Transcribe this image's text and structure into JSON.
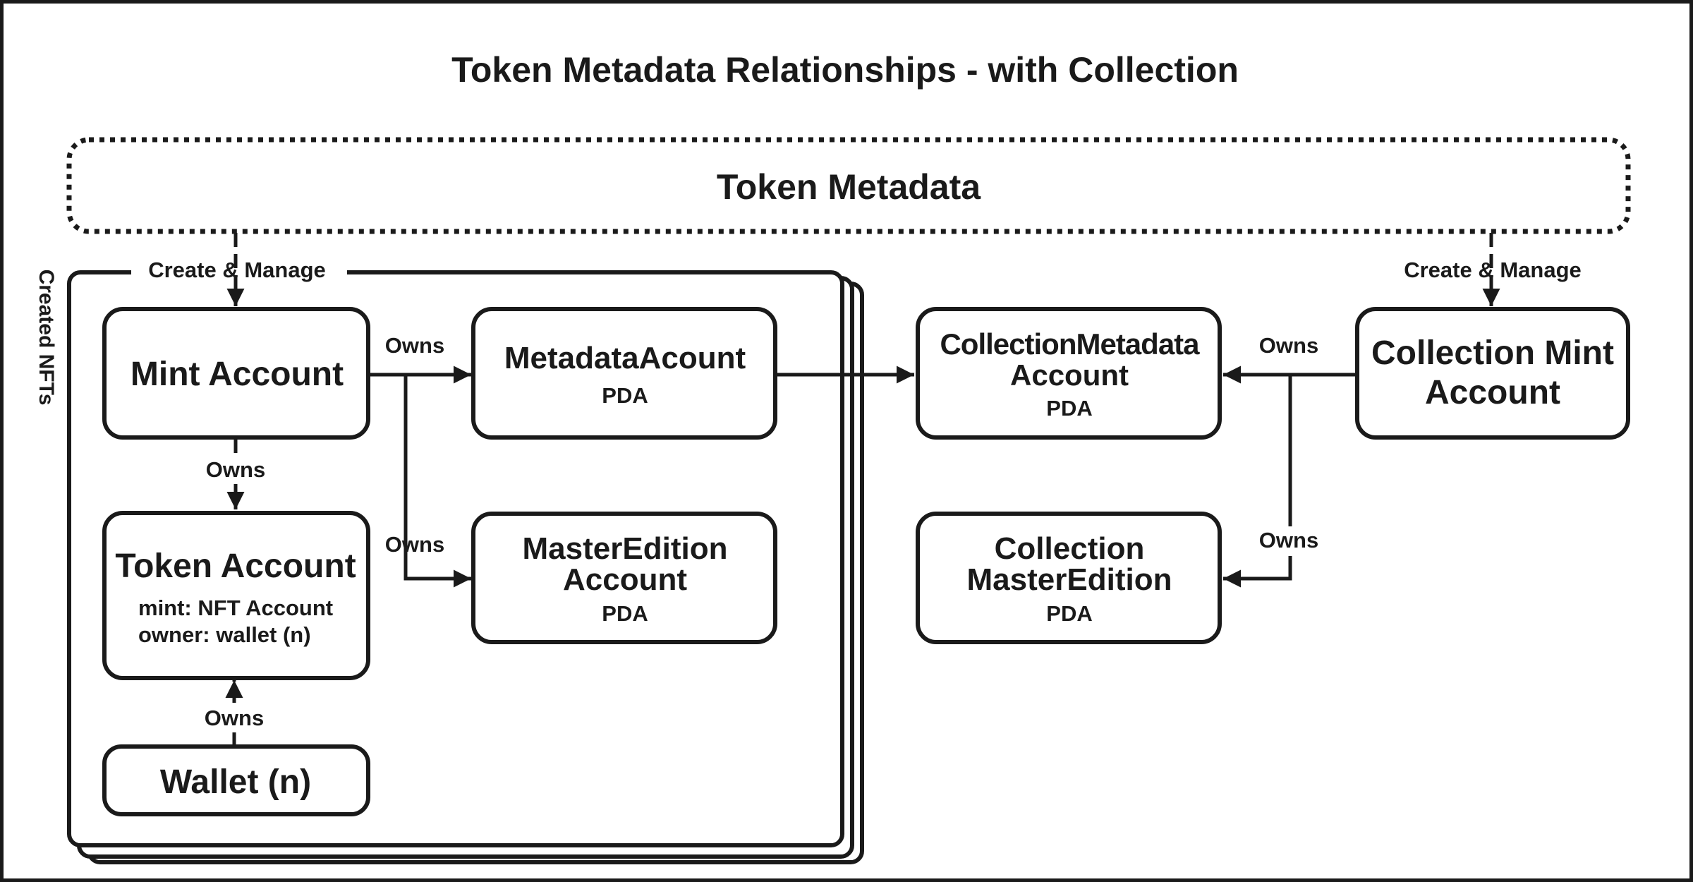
{
  "title": "Token Metadata Relationships - with Collection",
  "program": {
    "label": "Token Metadata"
  },
  "group_label": "Created NFTs",
  "nodes": {
    "mint": {
      "label": "Mint Account"
    },
    "metadata": {
      "label": "MetadataAcount",
      "sub": "PDA"
    },
    "token": {
      "label": "Token Account",
      "line1": "mint: NFT Account",
      "line2": "owner: wallet (n)"
    },
    "master_edition": {
      "line1": "MasterEdition",
      "line2": "Account",
      "sub": "PDA"
    },
    "wallet": {
      "label": "Wallet (n)"
    },
    "collection_metadata": {
      "line1": "CollectionMetadata",
      "line2": "Account",
      "sub": "PDA"
    },
    "collection_mint": {
      "line1": "Collection Mint",
      "line2": "Account"
    },
    "collection_master_edition": {
      "line1": "Collection",
      "line2": "MasterEdition",
      "sub": "PDA"
    }
  },
  "edges": {
    "create_manage_left": "Create & Manage",
    "create_manage_right": "Create & Manage",
    "owns_mint_metadata": "Owns",
    "owns_mint_master": "Owns",
    "owns_mint_token": "Owns",
    "owns_wallet_token": "Owns",
    "owns_cmint_cmeta": "Owns",
    "owns_cmint_cmaster": "Owns"
  },
  "colors": {
    "stroke": "#1a1a1a",
    "background": "#ffffff"
  }
}
